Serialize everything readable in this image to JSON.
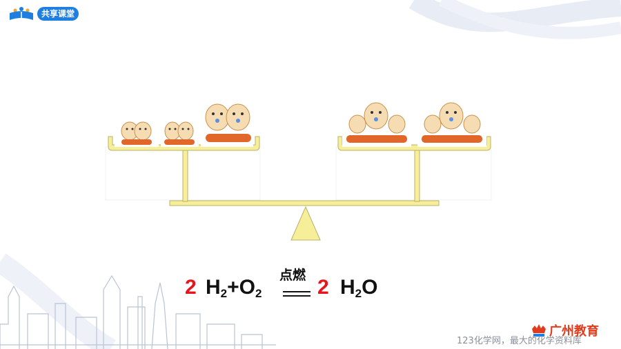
{
  "header": {
    "logo_text": "共享课堂"
  },
  "equation": {
    "coef_left": "2",
    "h2": "H",
    "sub_2a": "2",
    "plus": "+",
    "o2": "O",
    "sub_2b": "2",
    "condition": "点燃",
    "coef_right": "2",
    "h2o_h": "H",
    "sub_2c": "2",
    "h2o_o": "O"
  },
  "footer": {
    "brand": "广州教育",
    "watermark": "123化学网，最大的化学资料库"
  },
  "colors": {
    "accent_red": "#e8141b",
    "scale_yellow": "#f7ee9a",
    "logo_blue": "#1f7fe0"
  },
  "icons": {
    "logo": "open-book-people-icon",
    "brand": "crown-emblem-icon"
  }
}
